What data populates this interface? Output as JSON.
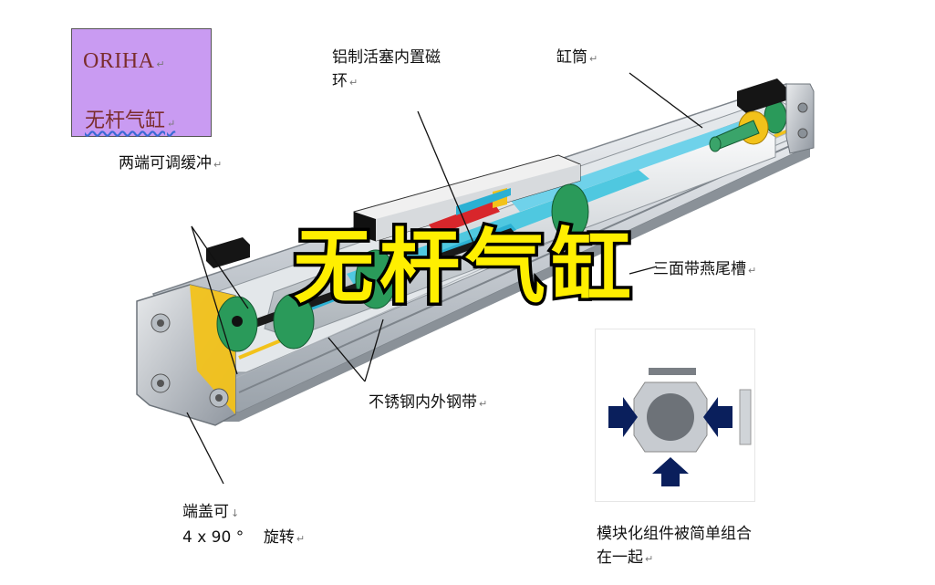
{
  "brand": {
    "name_en": "ORIHA",
    "name_cn": "无杆气缸"
  },
  "title": "无杆气缸",
  "labels": {
    "buffer": "两端可调缓冲",
    "piston_line1": "铝制活塞内置磁",
    "piston_line2": "环",
    "barrel": "缸筒",
    "dovetail": "三面带燕尾槽",
    "steel_band": "不锈钢内外钢带",
    "endcap_line1": "端盖可",
    "endcap_line2": "4 x 90 °",
    "endcap_line3": "旋转",
    "module_line1": "模块化组件被简单组合",
    "module_line2": "在一起"
  },
  "markers": {
    "return": "↵",
    "down": "↓"
  },
  "colors": {
    "title_fill": "#ffef00",
    "title_stroke": "#000000",
    "brand_bg": "#c99bf2",
    "brand_text": "#7b2d2d",
    "arrow_navy": "#0a1f5c",
    "green_part": "#2a9a5a",
    "yellow_part": "#f2c21a",
    "cyan_part": "#4fc8e0"
  }
}
